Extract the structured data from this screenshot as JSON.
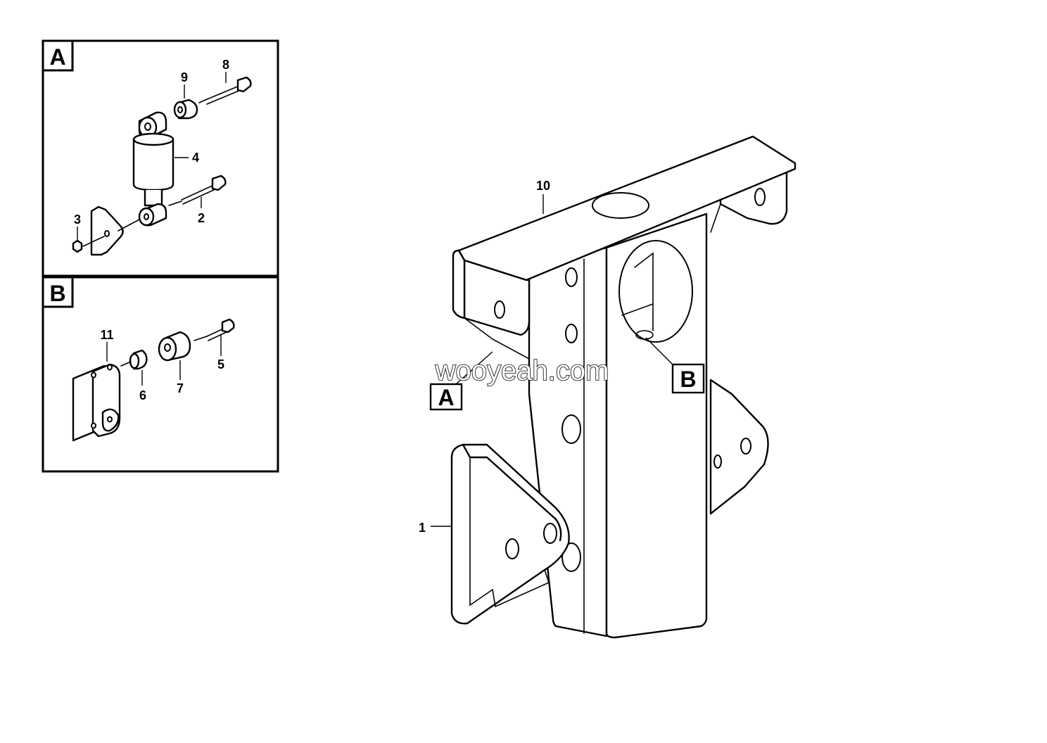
{
  "detail_views": [
    {
      "id": "A",
      "letter": "A"
    },
    {
      "id": "B",
      "letter": "B"
    }
  ],
  "callouts": {
    "p1": "1",
    "p2": "2",
    "p3": "3",
    "p4": "4",
    "p5": "5",
    "p6": "6",
    "p7": "7",
    "p8": "8",
    "p9": "9",
    "p10": "10",
    "p11": "11"
  },
  "main_view_refs": {
    "a": "A",
    "b": "B"
  },
  "watermark": "wooyeah.com"
}
